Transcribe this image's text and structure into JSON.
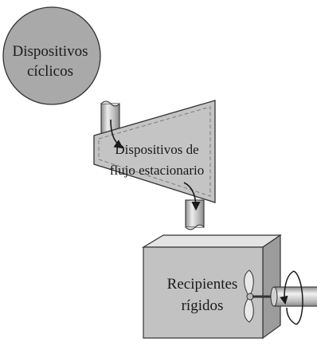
{
  "labels": {
    "cyclic_line1": "Dispositivos",
    "cyclic_line2": "cíclicos",
    "steady_line1": "Dispositivos de",
    "steady_line2": "flujo estacionario",
    "rigid_line1": "Recipientes",
    "rigid_line2": "rígidos"
  },
  "colors": {
    "cyclic_circle": "#a9a9a9",
    "nozzle_body": "#c4c4c4",
    "box_front": "#c2c2c2",
    "box_top": "#e4e4e4",
    "box_side": "#9c9c9c",
    "outline": "#333333"
  }
}
